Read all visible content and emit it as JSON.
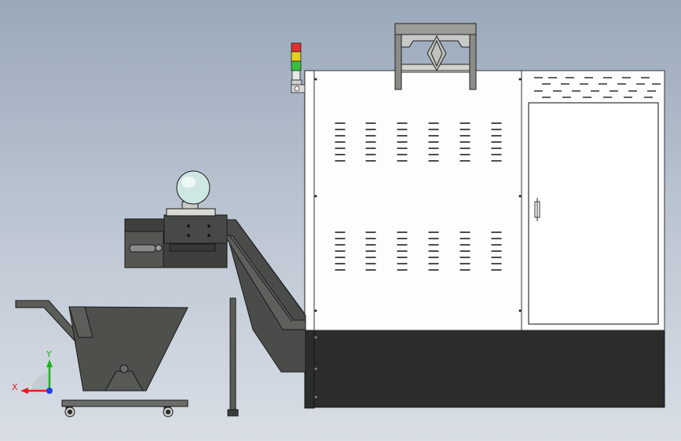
{
  "viewport": {
    "background_top": "#9aa8ba",
    "background_bottom": "#d9dee6"
  },
  "machine": {
    "cabinet_fill": "#ffffff",
    "base_fill": "#2b2d2b",
    "outline": "#222222"
  },
  "signal_tower": {
    "lights": [
      "red",
      "yellow",
      "green"
    ],
    "colors": [
      "#e03030",
      "#e6d020",
      "#3ac040"
    ]
  },
  "chip_conveyor": {
    "fill": "#4a4c49",
    "dark_fill": "#3a3c39"
  },
  "chip_cart": {
    "fill": "#4e504c"
  },
  "axes_triad": {
    "x_label": "X",
    "y_label": "Y",
    "x_color": "#e02020",
    "y_color": "#20b020",
    "z_color": "#2040e0"
  }
}
